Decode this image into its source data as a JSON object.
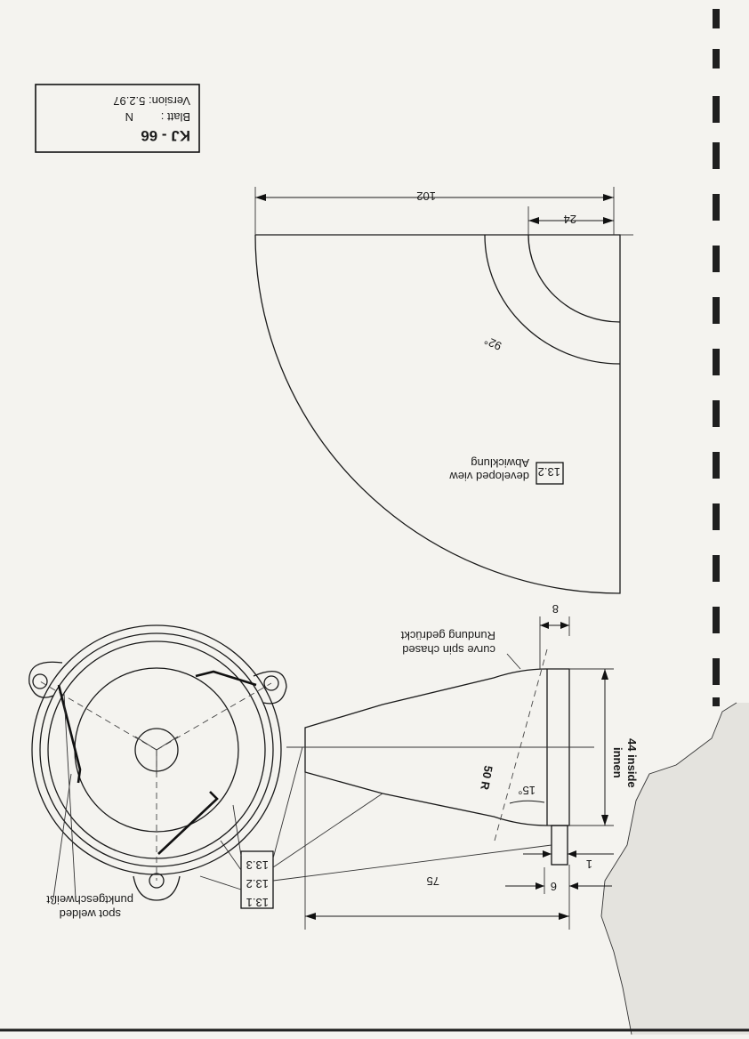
{
  "title_block": {
    "drawing_no": "KJ - 66",
    "sheet_label": "Blatt :",
    "sheet_value": "N",
    "version": "Version: 5.2.97"
  },
  "developed_view": {
    "ref": "13.2",
    "label_en": "developed view",
    "label_de": "Abwicklung",
    "angle": "92°",
    "dim_total": "102",
    "dim_inner": "24"
  },
  "side_view": {
    "dim_length": "75",
    "dim_lip": "6",
    "dim_step": "1",
    "dim_curve": "8",
    "dim_inside_1": "44 inside",
    "dim_inside_2": "innen",
    "radius": "50 R",
    "angle": "15°",
    "note_en": "curve spin chased",
    "note_de": "Rundung gedrückt"
  },
  "part_labels": [
    "13.1",
    "13.2",
    "13.3"
  ],
  "weld_note": {
    "en": "spot welded",
    "de": "punktgeschweißt"
  }
}
